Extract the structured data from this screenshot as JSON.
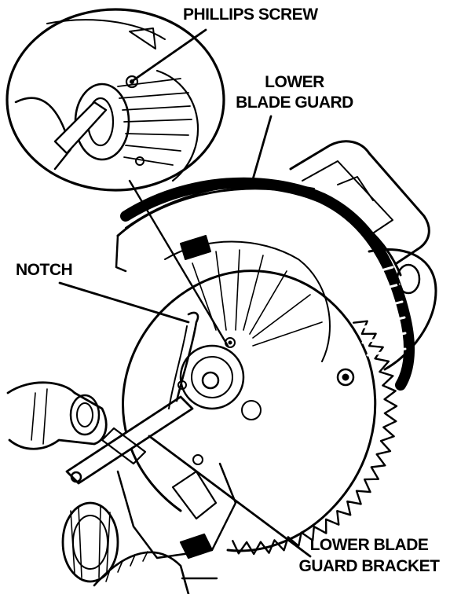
{
  "labels": {
    "phillips_screw": "PHILLIPS SCREW",
    "lower_blade_guard_line1": "LOWER",
    "lower_blade_guard_line2": "BLADE GUARD",
    "notch": "NOTCH",
    "bracket_line1": "LOWER BLADE",
    "bracket_line2": "GUARD BRACKET"
  },
  "colors": {
    "ink": "#000000",
    "paper": "#ffffff"
  },
  "icons": [
    "miter-saw-illustration",
    "magnified-detail-inset"
  ]
}
